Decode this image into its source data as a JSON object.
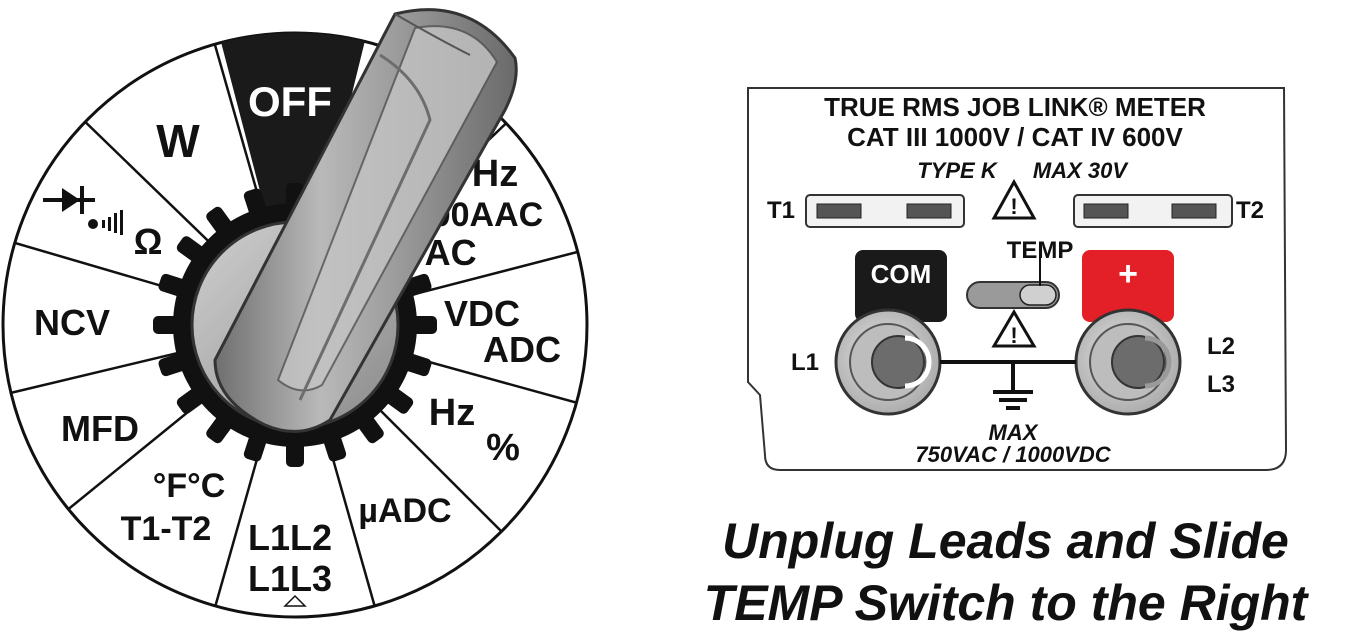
{
  "dial": {
    "positions": {
      "off": "OFF",
      "w": "W",
      "hz_a": "Hz",
      "aac": "600AAC",
      "vac": "VAC",
      "vdc": "VDC",
      "adc": "ADC",
      "hz_b": "Hz",
      "percent": "%",
      "uadc": "µADC",
      "l1l2": "L1L2",
      "l1l3": "L1L3",
      "temp_units": "°F°C",
      "t1t2": "T1-T2",
      "mfd": "MFD",
      "ncv": "NCV",
      "ohm": "Ω"
    },
    "colors": {
      "off_segment": "#1a1a1a",
      "knob": "#a9a9a9",
      "shaft": "#8f8f8f"
    }
  },
  "panel": {
    "title_line1": "TRUE RMS  JOB LINK® METER",
    "title_line2": "CAT III 1000V / CAT IV 600V",
    "type_k": "TYPE K",
    "max_30v": "MAX 30V",
    "t1": "T1",
    "t2": "T2",
    "com": "COM",
    "plus": "+",
    "temp": "TEMP",
    "l1": "L1",
    "l2": "L2",
    "l3": "L3",
    "max": "MAX",
    "max_rating": "750VAC / 1000VDC",
    "colors": {
      "com_block": "#1a1a1a",
      "plus_block": "#e32027"
    }
  },
  "instruction": {
    "line1": "Unplug Leads and Slide",
    "line2": "TEMP Switch to the Right"
  }
}
